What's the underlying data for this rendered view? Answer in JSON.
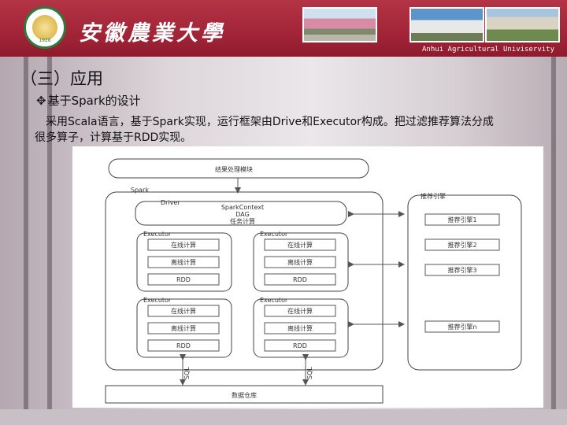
{
  "header": {
    "university_name": "安徽農業大學",
    "university_name_en": "Anhui Agricultural Univiservity",
    "logo_year": "1928"
  },
  "slide": {
    "heading": "（三）应用",
    "bullet_icon": "✥",
    "bullet": "基于Spark的设计",
    "paragraph_line1": "采用Scala语言，基于Spark实现，运行框架由Drive和Executor构成。把过滤推荐算法分成",
    "paragraph_line2": "很多算子，计算基于RDD实现。"
  },
  "diagram": {
    "result_module": "结果处理模块",
    "spark": "Spark",
    "driver": "Driver",
    "spark_context": "SparkContext",
    "dag": "DAG",
    "offline_compute": "任务计算",
    "recommend_engine": "推荐引擎",
    "executors": [
      {
        "label": "Executor",
        "online": "在线计算",
        "offline": "离线计算",
        "rdd": "RDD"
      },
      {
        "label": "Executor",
        "online": "在线计算",
        "offline": "离线计算",
        "rdd": "RDD"
      },
      {
        "label": "Executor",
        "online": "在线计算",
        "offline": "离线计算",
        "rdd": "RDD"
      },
      {
        "label": "Executor",
        "online": "在线计算",
        "offline": "离线计算",
        "rdd": "RDD"
      }
    ],
    "engines": [
      "推荐引擎1",
      "推荐引擎2",
      "推荐引擎3",
      "推荐引擎n"
    ],
    "data_warehouse": "数据仓库",
    "sql_left": "SQL",
    "sql_right": "SQL"
  }
}
